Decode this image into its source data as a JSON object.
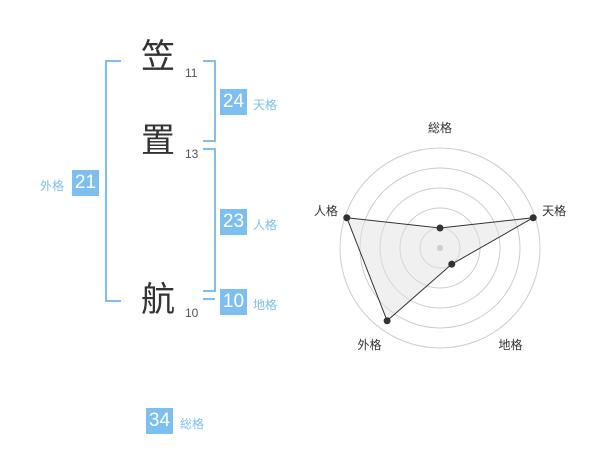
{
  "name": {
    "characters": [
      {
        "char": "笠",
        "strokes": "11"
      },
      {
        "char": "置",
        "strokes": "13"
      },
      {
        "char": "航",
        "strokes": "10"
      }
    ]
  },
  "kakusu": {
    "tenkaku": {
      "value": "24",
      "label": "天格"
    },
    "jinkaku": {
      "value": "23",
      "label": "人格"
    },
    "chikaku": {
      "value": "10",
      "label": "地格"
    },
    "gaikaku": {
      "value": "21",
      "label": "外格"
    },
    "soukaku": {
      "value": "34",
      "label": "総格"
    }
  },
  "colors": {
    "accent": "#7dbff0",
    "text": "#333333",
    "grid": "#cccccc",
    "fill": "#f0f0f0"
  },
  "chart_data": {
    "type": "radar",
    "axes": [
      "総格",
      "天格",
      "地格",
      "外格",
      "人格"
    ],
    "levels": 5,
    "values": [
      1.0,
      4.9,
      1.0,
      4.5,
      4.9
    ]
  }
}
